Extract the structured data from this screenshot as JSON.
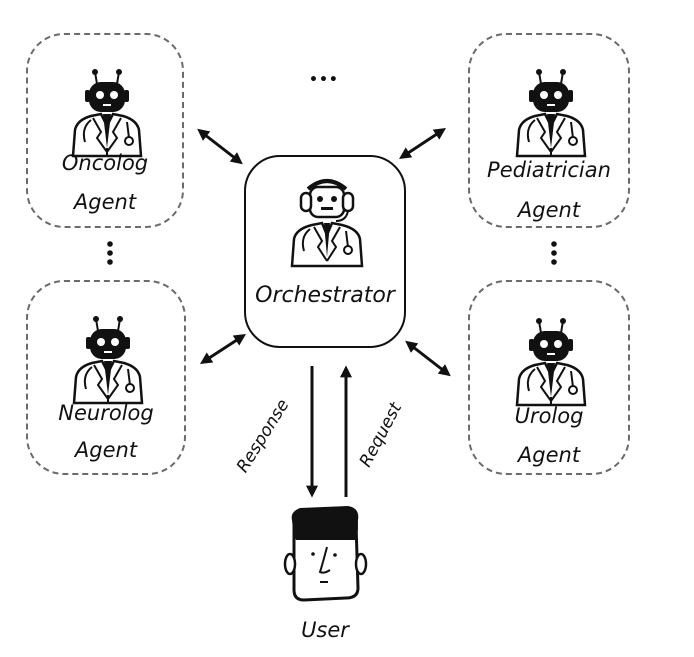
{
  "diagram": {
    "orchestrator": {
      "label": "Orchestrator",
      "icon": "robot-doctor-headset-icon"
    },
    "agents": [
      {
        "id": "oncolog",
        "line1": "Oncolog",
        "line2": "Agent",
        "icon": "robot-doctor-icon"
      },
      {
        "id": "pediatrician",
        "line1": "Pediatrician",
        "line2": "Agent",
        "icon": "robot-doctor-icon"
      },
      {
        "id": "neurolog",
        "line1": "Neurolog",
        "line2": "Agent",
        "icon": "robot-doctor-icon"
      },
      {
        "id": "urolog",
        "line1": "Urolog",
        "line2": "Agent",
        "icon": "robot-doctor-icon"
      }
    ],
    "user": {
      "label": "User",
      "icon": "user-face-icon"
    },
    "flows": {
      "response": "Response",
      "request": "Request"
    },
    "ellipsis": "•••"
  }
}
